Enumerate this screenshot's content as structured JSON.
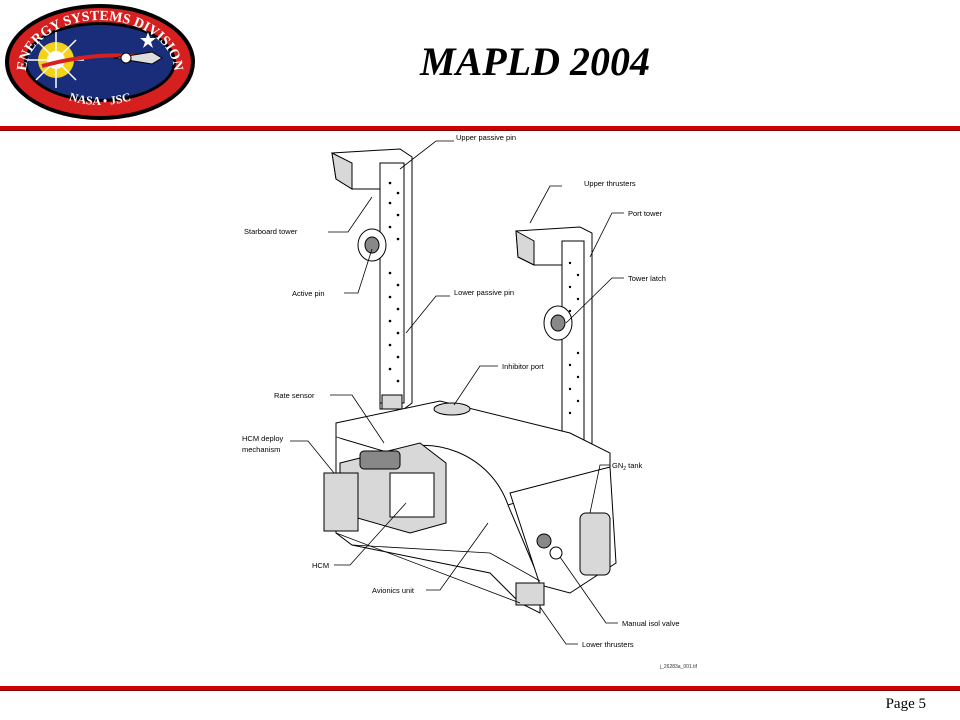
{
  "logo": {
    "arc_top": "ENERGY SYSTEMS DIVISION",
    "arc_bottom": "NASA • JSC",
    "colors": {
      "ring": "#d62020",
      "field": "#1a2d7a",
      "sun": "#f3d21a"
    }
  },
  "title": "MAPLD 2004",
  "footer": {
    "page_label": "Page 5"
  },
  "figure": {
    "labels": {
      "upper_passive_pin": "Upper passive pin",
      "upper_thrusters": "Upper thrusters",
      "port_tower": "Port tower",
      "starboard_tower": "Starboard tower",
      "tower_latch": "Tower latch",
      "active_pin": "Active pin",
      "lower_passive_pin": "Lower passive pin",
      "inhibitor_port": "Inhibitor port",
      "rate_sensor": "Rate sensor",
      "hcm_deploy_1": "HCM deploy",
      "hcm_deploy_2": "mechanism",
      "gn2_tank_prefix": "GN",
      "gn2_tank_sub": "2",
      "gn2_tank_suffix": " tank",
      "hcm": "HCM",
      "avionics_unit": "Avionics unit",
      "manual_isol_valve": "Manual isol valve",
      "lower_thrusters": "Lower thrusters",
      "drawing_id": "j_26283a_001.tif"
    }
  },
  "colors": {
    "rule": "#d00000"
  }
}
